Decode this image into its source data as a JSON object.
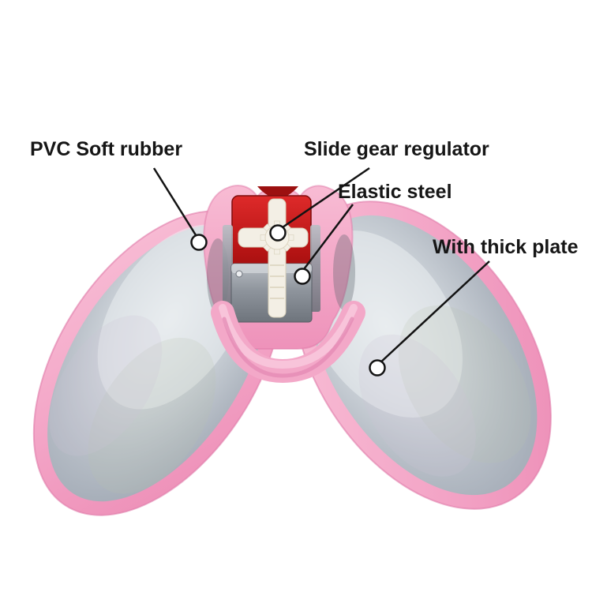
{
  "page": {
    "background": "#ffffff"
  },
  "callouts": [
    {
      "id": "pvc-soft-rubber",
      "label": "PVC Soft rubber"
    },
    {
      "id": "slide-gear-regulator",
      "label": "Slide gear regulator"
    },
    {
      "id": "elastic-steel",
      "label": "Elastic steel"
    },
    {
      "id": "with-thick-plate",
      "label": "With thick plate"
    }
  ],
  "colors": {
    "pad_rim_pink": "#f3a8c8",
    "pad_surface_silver": "#bfc6cd",
    "mechanism_red": "#c01818",
    "gear_white": "#f3efe5",
    "plate_metal": "#8e959d",
    "annotation_line": "#131313"
  }
}
